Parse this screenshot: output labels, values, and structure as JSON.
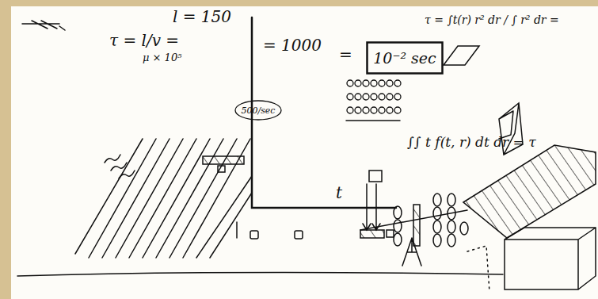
{
  "diagram": {
    "nodes": [
      {
        "text": [
          "10⁻² sec"
        ]
      },
      {
        "text": [
          "500/sec"
        ]
      }
    ],
    "labels": [
      "l = 150",
      "τ = l/v =",
      "μ × 10⁵",
      "= 1000",
      "=",
      "τ = ∫t(r) r² dr / ∫ r² dr =",
      "∫∫ t f(t, r) dt dr = τ",
      "t"
    ]
  }
}
